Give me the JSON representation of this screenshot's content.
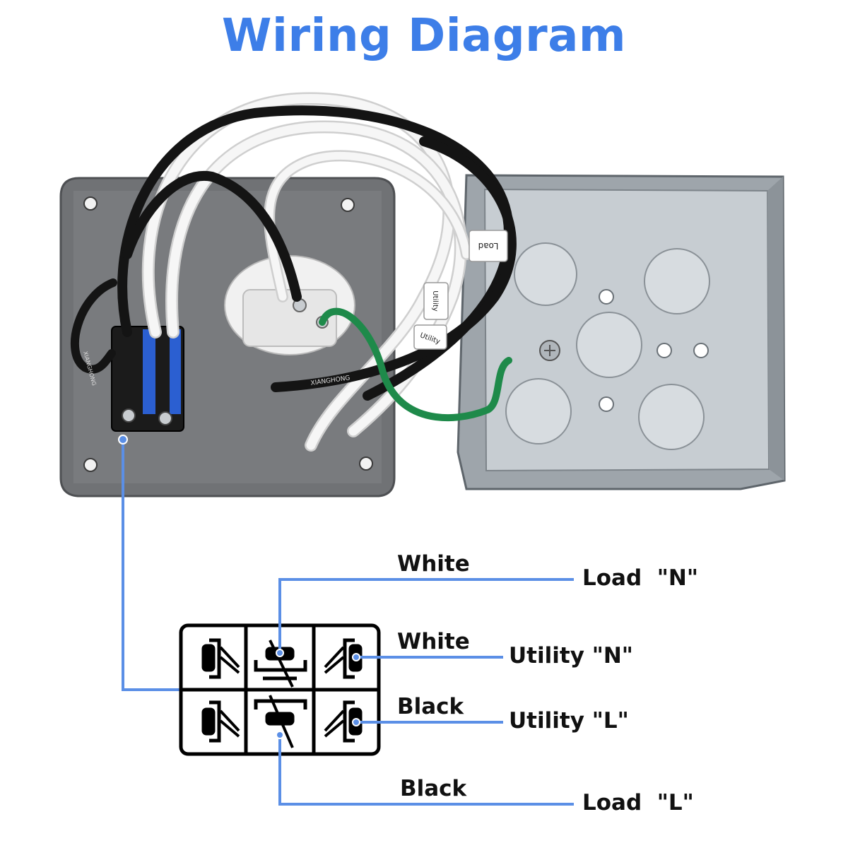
{
  "title": "Wiring Diagram",
  "photo": {
    "wire_tags": [
      "Load",
      "Utility",
      "Utility"
    ],
    "wire_print": [
      "XIANGHONG",
      "XIANGHONG"
    ]
  },
  "connections": [
    {
      "wire": "White",
      "terminal": "Load  \"N\""
    },
    {
      "wire": "White",
      "terminal": "Utility \"N\""
    },
    {
      "wire": "Black",
      "terminal": "Utility \"L\""
    },
    {
      "wire": "Black",
      "terminal": "Load  \"L\""
    }
  ],
  "colors": {
    "accent": "#3d7ee8",
    "line": "#5b8fe6",
    "plate": "#7b7d80",
    "metal_box": "#b8bec4",
    "wire_black": "#141414",
    "wire_white": "#f4f4f4",
    "wire_green": "#1e8a4a"
  }
}
